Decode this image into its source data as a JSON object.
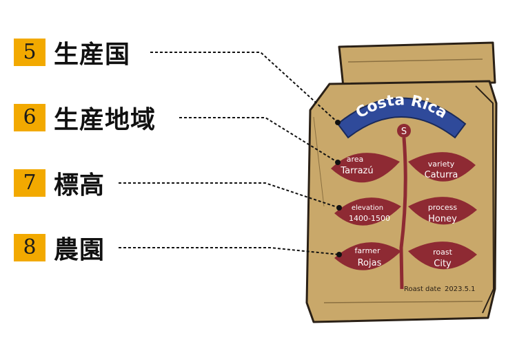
{
  "labels": [
    {
      "number": "5",
      "text": "生産国"
    },
    {
      "number": "6",
      "text": "生産地域"
    },
    {
      "number": "7",
      "text": "標高"
    },
    {
      "number": "8",
      "text": "農園"
    }
  ],
  "bag": {
    "country": "Costa Rica",
    "logo": "S",
    "area_label": "area",
    "area_value": "Tarrazú",
    "variety_label": "variety",
    "variety_value": "Caturra",
    "elevation_label": "elevation",
    "elevation_value": "1400-1500",
    "process_label": "process",
    "process_value": "Honey",
    "farmer_label": "farmer",
    "farmer_value": "Rojas",
    "roast_label": "roast",
    "roast_value": "City",
    "roast_date_label": "Roast date",
    "roast_date_value": "2023.5.1"
  },
  "colors": {
    "number_box": "#f2a900",
    "bag": "#c9a86a",
    "banner": "#2f4a9a",
    "leaf": "#8e2a33"
  }
}
